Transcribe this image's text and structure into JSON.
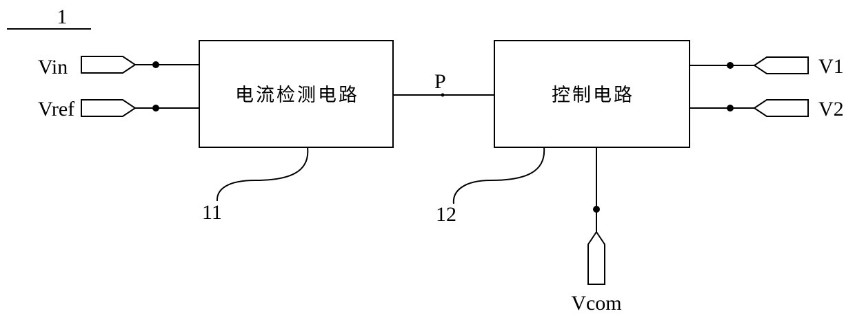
{
  "figure_number": "1",
  "blocks": {
    "current_detection": {
      "label": "电流检测电路",
      "ref": "11"
    },
    "control": {
      "label": "控制电路",
      "ref": "12"
    }
  },
  "node_p": "P",
  "inputs": {
    "vin": "Vin",
    "vref": "Vref"
  },
  "outputs": {
    "v1": "V1",
    "v2": "V2"
  },
  "vcom": "Vcom"
}
